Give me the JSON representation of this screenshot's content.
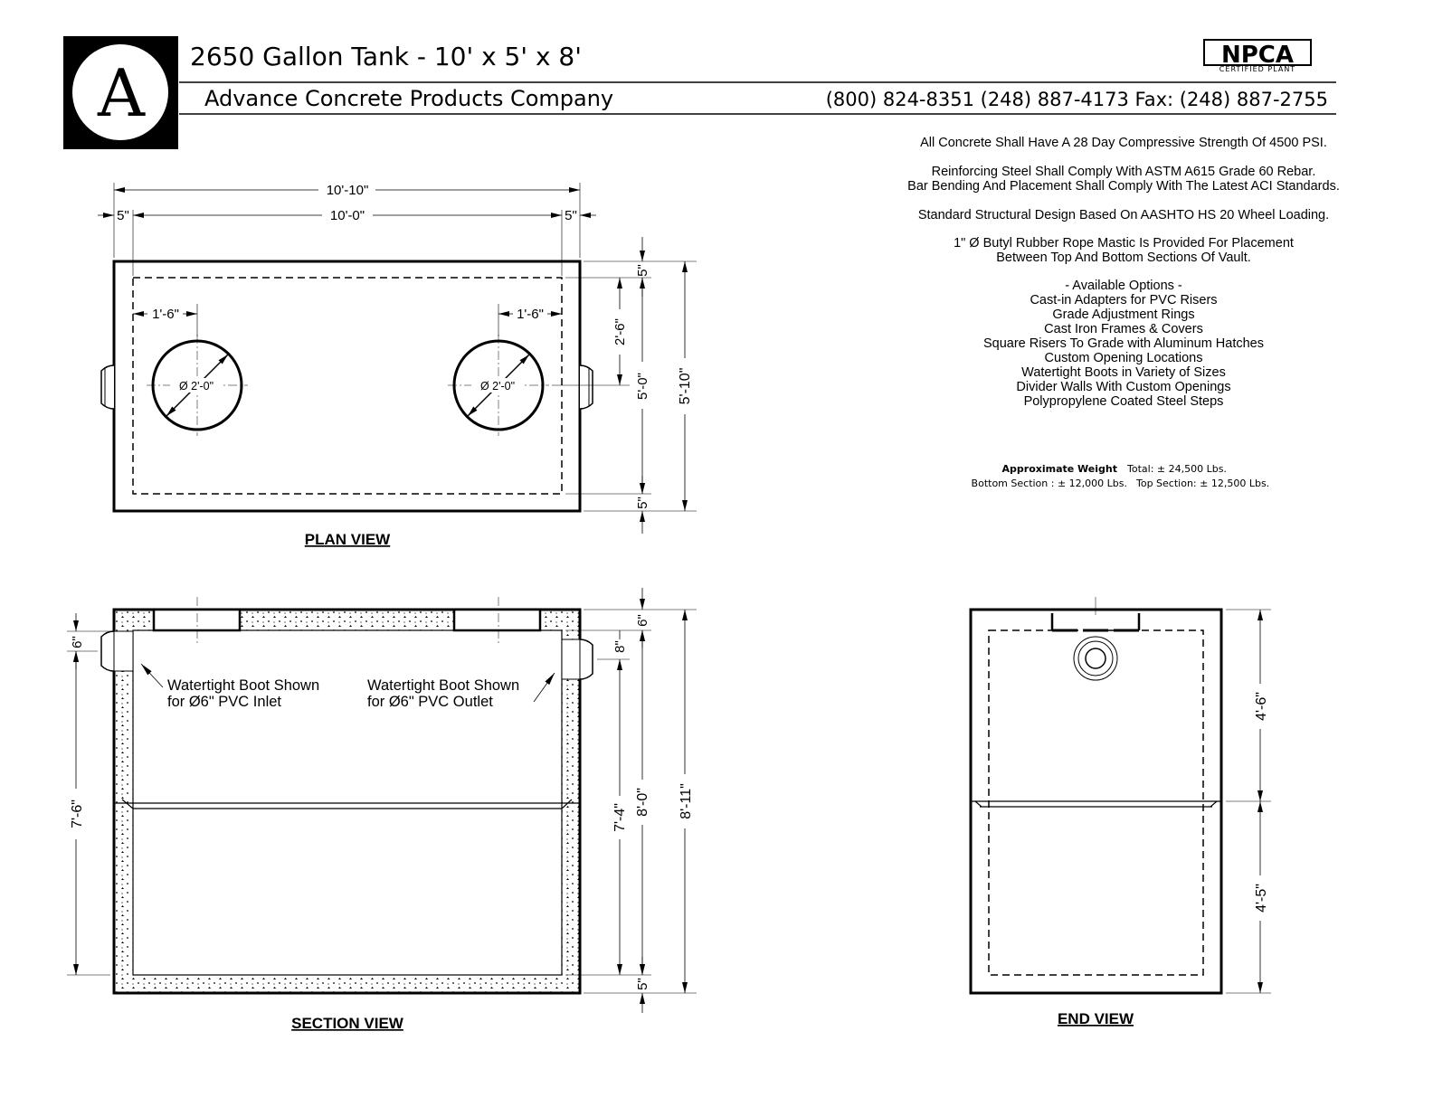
{
  "header": {
    "logo_letter": "A",
    "title": "2650 Gallon Tank - 10' x 5' x 8'",
    "company": "Advance Concrete Products Company",
    "phones": "(800) 824-8351  (248) 887-4173 Fax: (248)  887-2755",
    "badge_main": "NPCA",
    "badge_sub": "CERTIFIED PLANT"
  },
  "notes": [
    "All Concrete Shall Have A 28 Day Compressive Strength Of 4500 PSI.",
    "Reinforcing Steel Shall Comply With ASTM A615 Grade 60 Rebar.",
    "Bar Bending And Placement Shall Comply With The Latest ACI Standards.",
    "Standard Structural Design Based On AASHTO HS 20 Wheel Loading.",
    "1\" Ø Butyl Rubber Rope Mastic Is Provided For Placement",
    "Between Top And Bottom Sections Of Vault."
  ],
  "options": {
    "title": "- Available Options -",
    "items": [
      "Cast-in Adapters for PVC Risers",
      "Grade Adjustment Rings",
      "Cast Iron Frames & Covers",
      "Square Risers To Grade with Aluminum Hatches",
      "Custom Opening Locations",
      "Watertight Boots in Variety of Sizes",
      "Divider Walls With Custom Openings",
      "Polypropylene Coated Steel Steps"
    ]
  },
  "weight": {
    "label": "Approximate Weight",
    "total": "Total:  ± 24,500 Lbs.",
    "bottom": "Bottom Section : ± 12,000 Lbs.",
    "top": "Top Section: ±  12,500 Lbs."
  },
  "plan_view": {
    "title": "PLAN VIEW",
    "overall_length": "10'-10\"",
    "inner_length": "10'-0\"",
    "wall_left": "5\"",
    "wall_right": "5\"",
    "opening_offset_left": "1'-6\"",
    "opening_offset_right": "1'-6\"",
    "opening_left_dia": "Ø 2'-0\"",
    "opening_right_dia": "Ø 2'-0\"",
    "wall_top": "5\"",
    "to_center": "2'-6\"",
    "inner_width": "5'-0\"",
    "wall_bottom": "5\"",
    "overall_width": "5'-10\""
  },
  "section_view": {
    "title": "SECTION VIEW",
    "inlet_note_1": "Watertight Boot Shown",
    "inlet_note_2": "for Ø6\" PVC Inlet",
    "outlet_note_1": "Watertight Boot Shown",
    "outlet_note_2": "for Ø6\" PVC Outlet",
    "inlet_drop": "6\"",
    "inlet_invert": "7'-6\"",
    "top_slab": "6\"",
    "outlet_drop": "8\"",
    "outlet_invert": "7'-4\"",
    "inside_height": "8'-0\"",
    "bottom_slab": "5\"",
    "overall_height": "8'-11\""
  },
  "end_view": {
    "title": "END VIEW",
    "top_section": "4'-6\"",
    "bottom_section": "4'-5\""
  }
}
